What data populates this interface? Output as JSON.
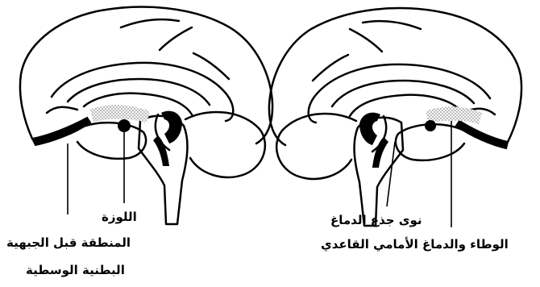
{
  "colors": {
    "ink": "#000000",
    "paper": "#ffffff",
    "shade": "#b4b4b4"
  },
  "labels": {
    "amygdala": "اللوزة",
    "vmpfc_line1": "المنطقة قبل الجبهية",
    "vmpfc_line2": "البطنية الوسطية",
    "brainstem_nuclei": "نوى جذع الدماغ",
    "hypothalamus_basal_forebrain": "الوطاء والدماغ الأمامي القاعدي"
  }
}
